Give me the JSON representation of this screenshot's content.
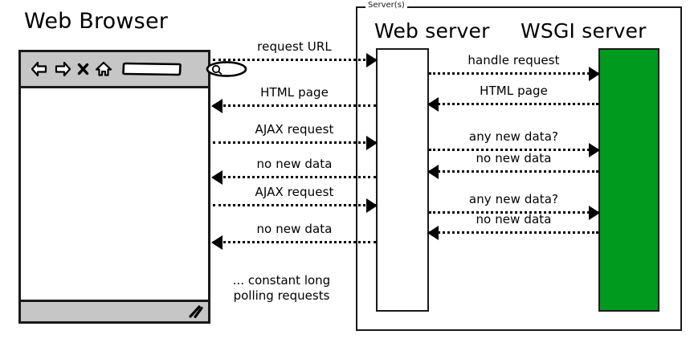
{
  "diagram": {
    "title_browser": "Web Browser",
    "group_label": "Server(s)",
    "title_web_server": "Web server",
    "title_wsgi_server": "WSGI server"
  },
  "browser": {
    "toolbar_icons": [
      "back-arrow-icon",
      "forward-arrow-icon",
      "stop-close-icon",
      "home-icon",
      "address-bar",
      "search-box"
    ],
    "address_bar_value": "",
    "search_box_value": "",
    "status_bar_text": "",
    "resize_grip": "resize-grip-icon"
  },
  "messages_left": [
    {
      "label": "request URL",
      "direction": "right"
    },
    {
      "label": "HTML page",
      "direction": "left"
    },
    {
      "label": "AJAX request",
      "direction": "right"
    },
    {
      "label": "no new data",
      "direction": "left"
    },
    {
      "label": "AJAX request",
      "direction": "right"
    },
    {
      "label": "no new data",
      "direction": "left"
    }
  ],
  "messages_right": [
    {
      "label": "handle request",
      "direction": "right"
    },
    {
      "label": "HTML page",
      "direction": "left"
    },
    {
      "label": "any new data?",
      "direction": "right"
    },
    {
      "label": "no new data",
      "direction": "left"
    },
    {
      "label": "any new data?",
      "direction": "right"
    },
    {
      "label": "no new data",
      "direction": "left"
    }
  ],
  "note": {
    "line1": "... constant long",
    "line2": "polling requests"
  },
  "colors": {
    "wsgi_green": "#009b1e",
    "chrome_gray": "#c6c6c6",
    "ink": "#1a1a1a"
  }
}
